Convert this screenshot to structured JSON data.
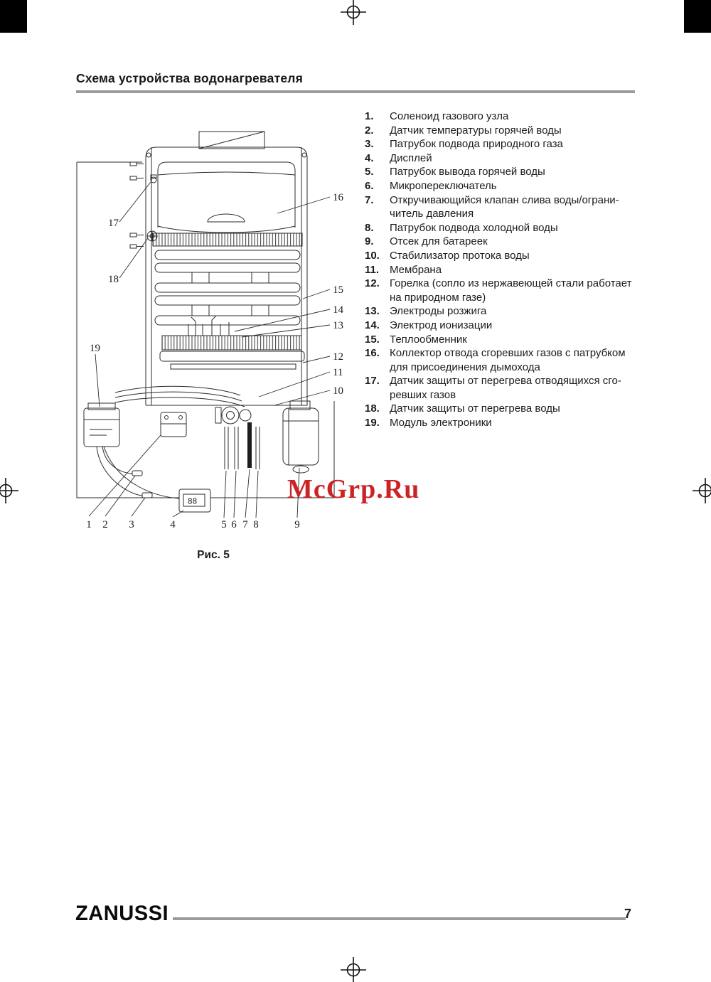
{
  "page": {
    "title": "Схема устройства водонагревателя",
    "figure_caption": "Рис. 5",
    "watermark": "McGrp.Ru",
    "footer": {
      "brand": "ZANUSSI",
      "page_number": "7"
    }
  },
  "legend": {
    "items": [
      {
        "num": "1.",
        "text": "Соленоид газового узла"
      },
      {
        "num": "2.",
        "text": "Датчик температуры горячей воды"
      },
      {
        "num": "3.",
        "text": "Патрубок подвода природного газа"
      },
      {
        "num": "4.",
        "text": "Дисплей"
      },
      {
        "num": "5.",
        "text": "Патрубок вывода горячей воды"
      },
      {
        "num": "6.",
        "text": "Микропереключатель"
      },
      {
        "num": "7.",
        "text": "Откручивающийся клапан слива воды/ограни-\nчитель давления"
      },
      {
        "num": "8.",
        "text": "Патрубок подвода холодной воды"
      },
      {
        "num": "9.",
        "text": "Отсек для батареек"
      },
      {
        "num": "10.",
        "text": "Стабилизатор протока воды"
      },
      {
        "num": "11.",
        "text": "Мембрана"
      },
      {
        "num": "12.",
        "text": "Горелка (сопло из нержавеющей стали работает\nна природном газе)"
      },
      {
        "num": "13.",
        "text": "Электроды розжига"
      },
      {
        "num": "14.",
        "text": "Электрод ионизации"
      },
      {
        "num": "15.",
        "text": "Теплообменник"
      },
      {
        "num": "16.",
        "text": "Коллектор отвода сгоревших газов с патрубком\nдля присоединения дымохода"
      },
      {
        "num": "17.",
        "text": "Датчик защиты от перегрева отводящихся сго-\nревших газов"
      },
      {
        "num": "18.",
        "text": "Датчик защиты от перегрева воды"
      },
      {
        "num": "19.",
        "text": "Модуль электроники"
      }
    ]
  },
  "diagram": {
    "callouts_left": [
      "17",
      "18",
      "19"
    ],
    "callouts_right": [
      "16",
      "15",
      "14",
      "13",
      "12",
      "11",
      "10"
    ],
    "callouts_bottom": [
      "1",
      "2",
      "3",
      "4",
      "5",
      "6",
      "7",
      "8",
      "9"
    ],
    "display_value": "88"
  }
}
